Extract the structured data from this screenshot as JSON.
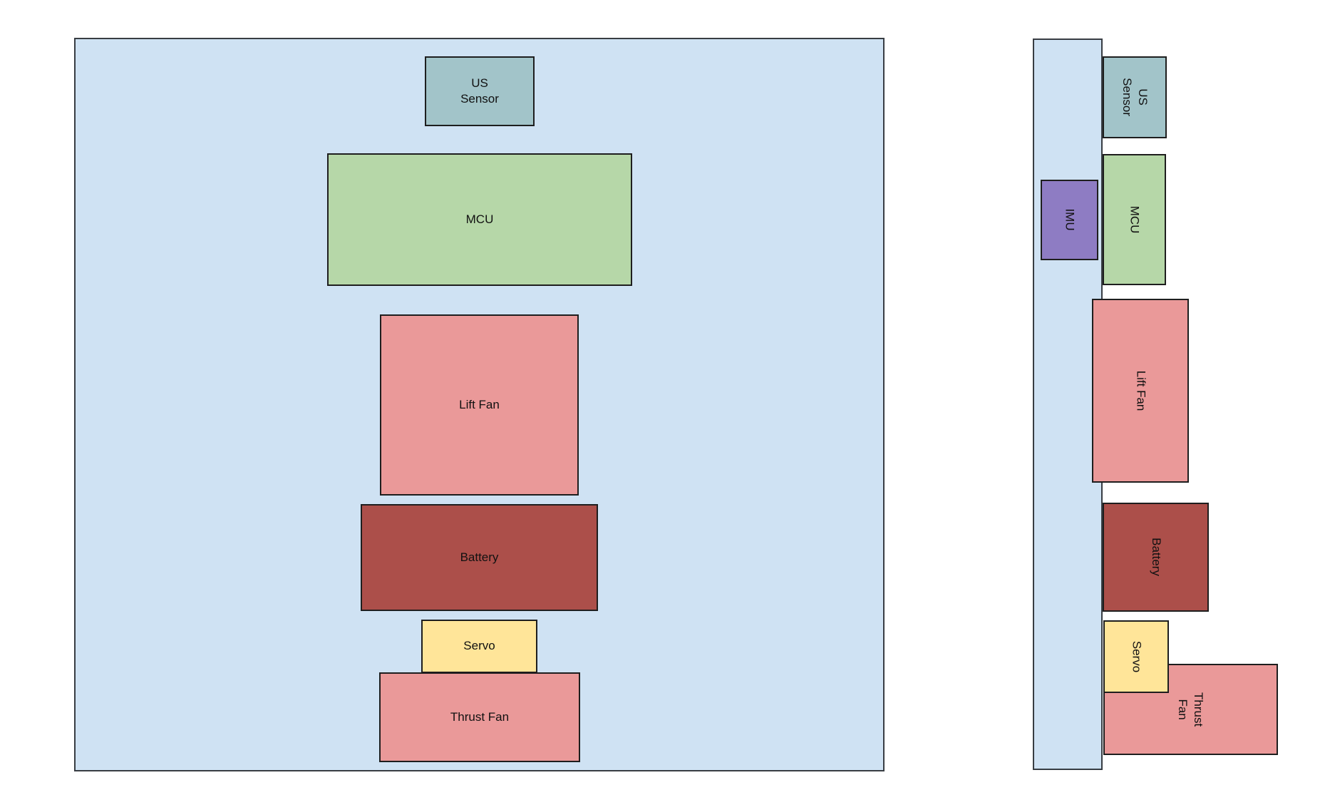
{
  "colors": {
    "page_background": "#ffffff",
    "hull_fill": "#cfe2f3",
    "hull_outline": "#383d43",
    "component_outline": "#1e1e1e",
    "label_text": "#111111",
    "us_sensor_fill": "#a2c4c9",
    "mcu_fill": "#b6d7a8",
    "fan_fill": "#ea9999",
    "battery_fill": "#ac4f4a",
    "servo_fill": "#ffe599",
    "imu_fill": "#8e7cc3"
  },
  "top_view": {
    "us_sensor_label": "US\nSensor",
    "mcu_label": "MCU",
    "lift_fan_label": "Lift Fan",
    "battery_label": "Battery",
    "servo_label": "Servo",
    "thrust_fan_label": "Thrust Fan"
  },
  "side_view": {
    "us_sensor_label": "US\nSensor",
    "imu_label": "IMU",
    "mcu_label": "MCU",
    "lift_fan_label": "Lift Fan",
    "battery_label": "Battery",
    "servo_label": "Servo",
    "thrust_fan_label": "Thrust\nFan"
  }
}
